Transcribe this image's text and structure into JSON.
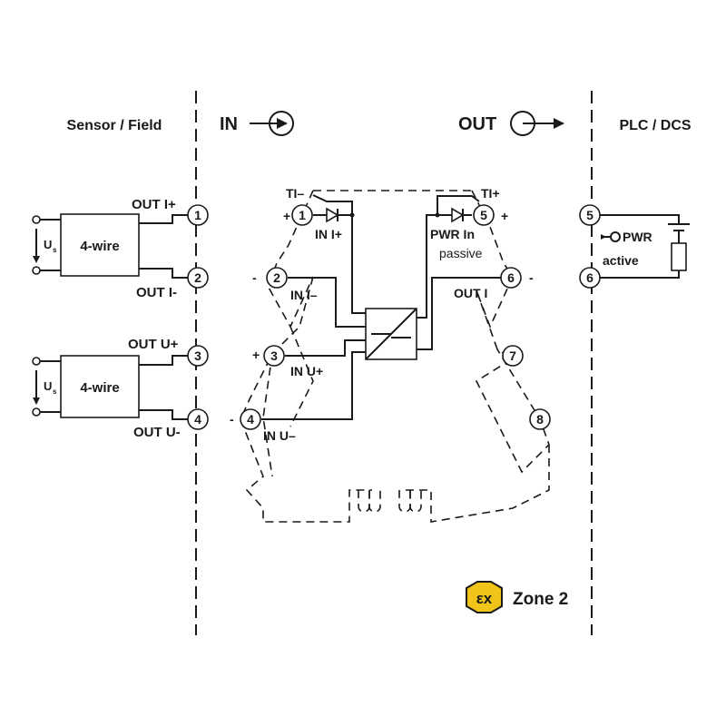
{
  "header": {
    "left": "Sensor / Field",
    "in": "IN",
    "out": "OUT",
    "right": "PLC / DCS"
  },
  "sensor_blocks": {
    "block1_label": "4-wire",
    "block2_label": "4-wire",
    "supply_main": "U",
    "supply_sub": "s"
  },
  "field_outputs": {
    "out_i_plus": "OUT I+",
    "out_i_minus": "OUT I-",
    "out_u_plus": "OUT U+",
    "out_u_minus": "OUT U-"
  },
  "terminals": {
    "t1": "1",
    "t2": "2",
    "t3": "3",
    "t4": "4",
    "t5": "5",
    "t6": "6",
    "t7": "7",
    "t8": "8"
  },
  "module_labels": {
    "ti_minus": "TI–",
    "ti_plus": "TI+",
    "in_i_plus": "IN I+",
    "in_i_minus": "IN I–",
    "in_u_plus": "IN U+",
    "in_u_minus": "IN U–",
    "pwr_in": "PWR In",
    "passive": "passive",
    "out_i": "OUT I",
    "plus": "+",
    "minus": "-"
  },
  "plc": {
    "pwr": "PWR",
    "active": "active"
  },
  "zone": {
    "ex_symbol": "εx",
    "label": "Zone 2",
    "color": "#f0c419"
  }
}
